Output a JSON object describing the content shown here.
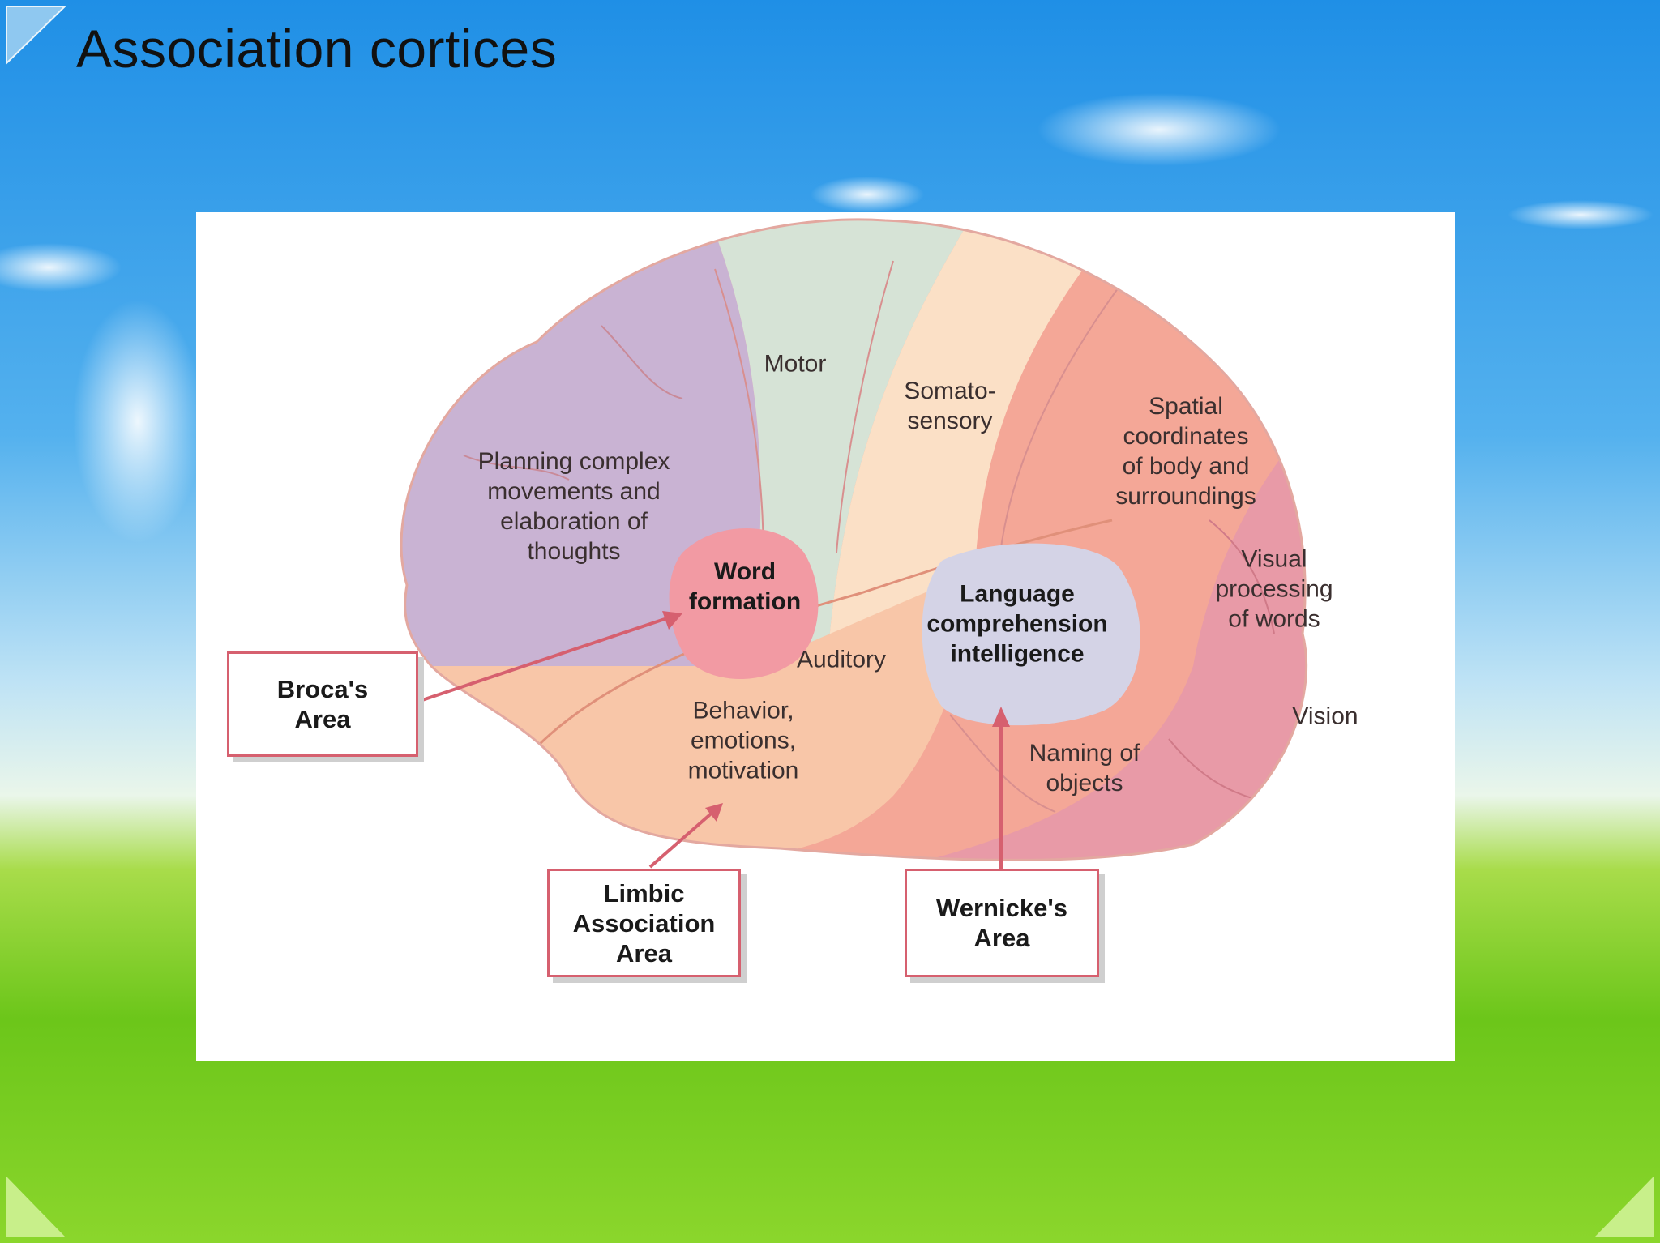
{
  "slide": {
    "title": "Association cortices"
  },
  "diagram": {
    "regions": {
      "motor": "Motor",
      "somatosensory": "Somato-\nsensory",
      "planning": "Planning complex\nmovements and\nelaboration of\nthoughts",
      "word_formation": "Word\nformation",
      "spatial": "Spatial\ncoordinates\nof body and\nsurroundings",
      "visual_words": "Visual\nprocessing\nof words",
      "language": "Language\ncomprehension\nintelligence",
      "auditory": "Auditory",
      "behavior": "Behavior,\nemotions,\nmotivation",
      "naming": "Naming of\nobjects",
      "vision": "Vision"
    },
    "callouts": {
      "broca": "Broca's\nArea",
      "limbic": "Limbic\nAssociation\nArea",
      "wernicke": "Wernicke's\nArea"
    }
  },
  "colors": {
    "prefrontal": "#c9b3d3",
    "motor": "#d6e3d6",
    "somatosensory": "#fbe0c6",
    "parietal": "#f4a797",
    "occipital": "#e89aa7",
    "temporal": "#f8c6a8",
    "accent": "#d6606f"
  }
}
